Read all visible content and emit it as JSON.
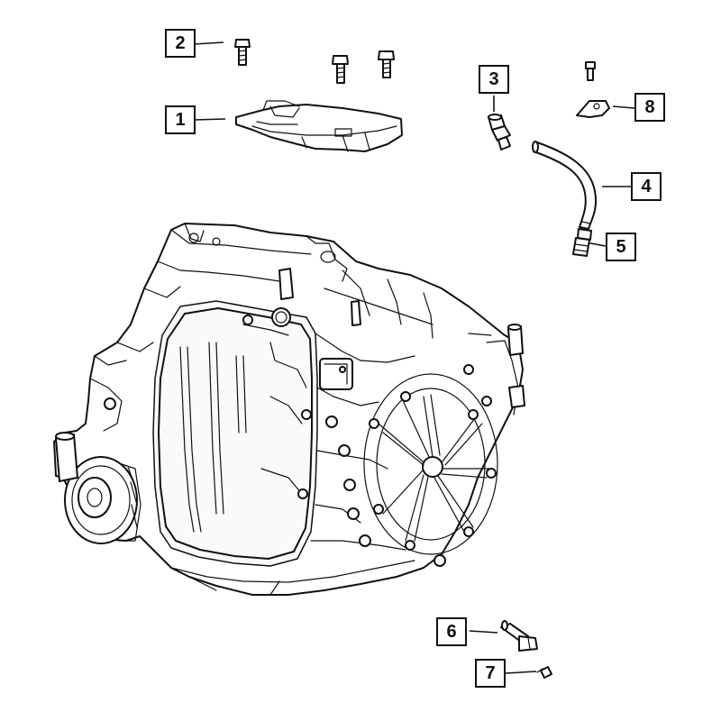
{
  "callouts": [
    {
      "id": "1",
      "label": "1"
    },
    {
      "id": "2",
      "label": "2"
    },
    {
      "id": "3",
      "label": "3"
    },
    {
      "id": "4",
      "label": "4"
    },
    {
      "id": "5",
      "label": "5"
    },
    {
      "id": "6",
      "label": "6"
    },
    {
      "id": "7",
      "label": "7"
    },
    {
      "id": "8",
      "label": "8"
    }
  ],
  "colors": {
    "line": "#111111",
    "background": "#ffffff",
    "shade": "#e6e6e6"
  }
}
